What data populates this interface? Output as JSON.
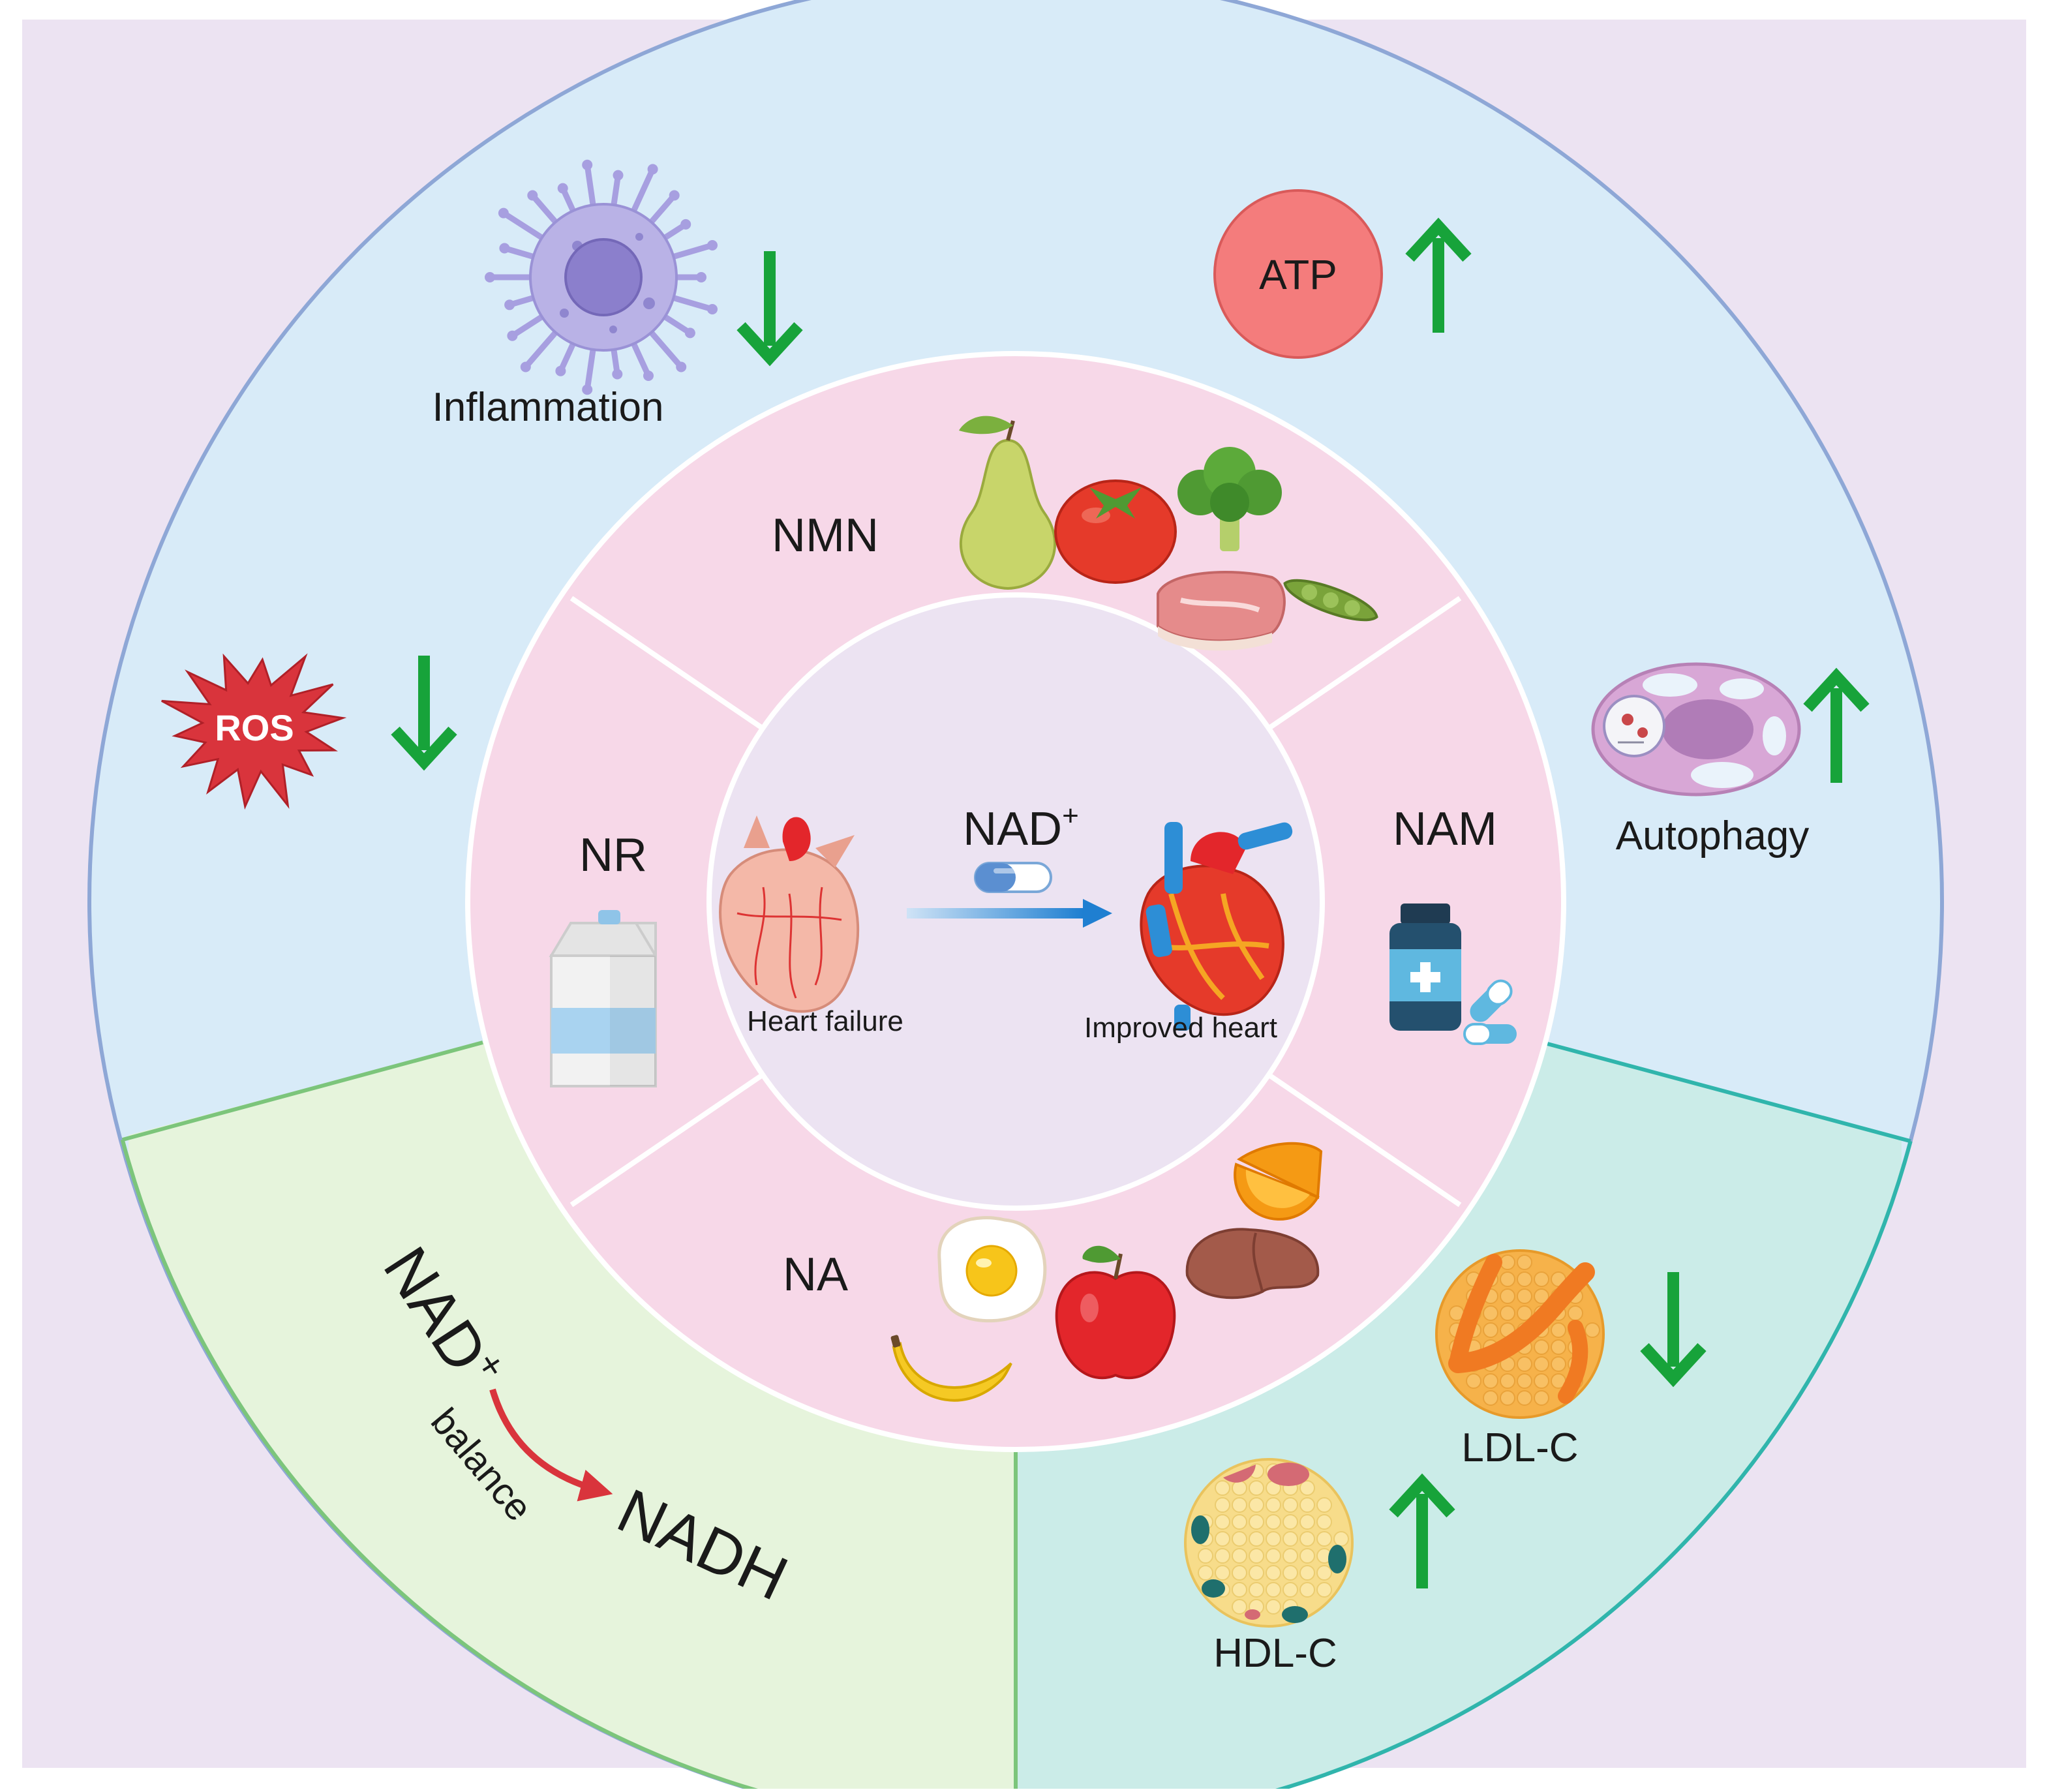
{
  "colors": {
    "background": "#ece3f2",
    "outer_ring": "#d8ebf8",
    "outer_ring_stroke": "#8ea7d6",
    "lower_left_sector": "#e6f4dc",
    "lower_left_stroke": "#7cc57b",
    "lower_right_sector": "#cbece8",
    "lower_right_stroke": "#30b5ac",
    "middle_ring": "#f7d8e8",
    "center": "#ece3f2",
    "up_arrow": "#17a33a",
    "down_arrow": "#17a33a",
    "ros_star": "#d9343c",
    "atp_circle": "#f47c7c"
  },
  "outer_ring": {
    "inflammation": {
      "label": "Inflammation",
      "icon": "immune-cell-icon",
      "trend": "down"
    },
    "atp": {
      "label": "ATP",
      "trend": "up"
    },
    "ros": {
      "label": "ROS",
      "trend": "down"
    },
    "autophagy": {
      "label": "Autophagy",
      "icon": "autophagy-cell-icon",
      "trend": "up"
    }
  },
  "lower_left": {
    "from_label": "NAD",
    "from_superscript": "+",
    "arrow_label": "balance",
    "to_label": "NADH"
  },
  "lower_right": {
    "ldl": {
      "label": "LDL-C",
      "icon": "ldl-particle-icon",
      "trend": "down"
    },
    "hdl": {
      "label": "HDL-C",
      "icon": "hdl-particle-icon",
      "trend": "up"
    }
  },
  "middle_ring": {
    "nmn": {
      "label": "NMN",
      "icons": [
        "pear-icon",
        "tomato-icon",
        "broccoli-icon",
        "meat-icon",
        "edamame-icon"
      ]
    },
    "nam": {
      "label": "NAM",
      "icons": [
        "medicine-bottle-icon",
        "capsule-icon"
      ]
    },
    "na": {
      "label": "NA",
      "icons": [
        "orange-slice-icon",
        "fried-egg-icon",
        "apple-icon",
        "liver-icon",
        "banana-icon"
      ]
    },
    "nr": {
      "label": "NR",
      "icons": [
        "milk-carton-icon"
      ]
    }
  },
  "center": {
    "treatment_label": "NAD",
    "treatment_superscript": "+",
    "before_label": "Heart failure",
    "after_label": "Improved heart",
    "icons": [
      "failing-heart-icon",
      "capsule-icon",
      "healthy-heart-icon"
    ]
  }
}
